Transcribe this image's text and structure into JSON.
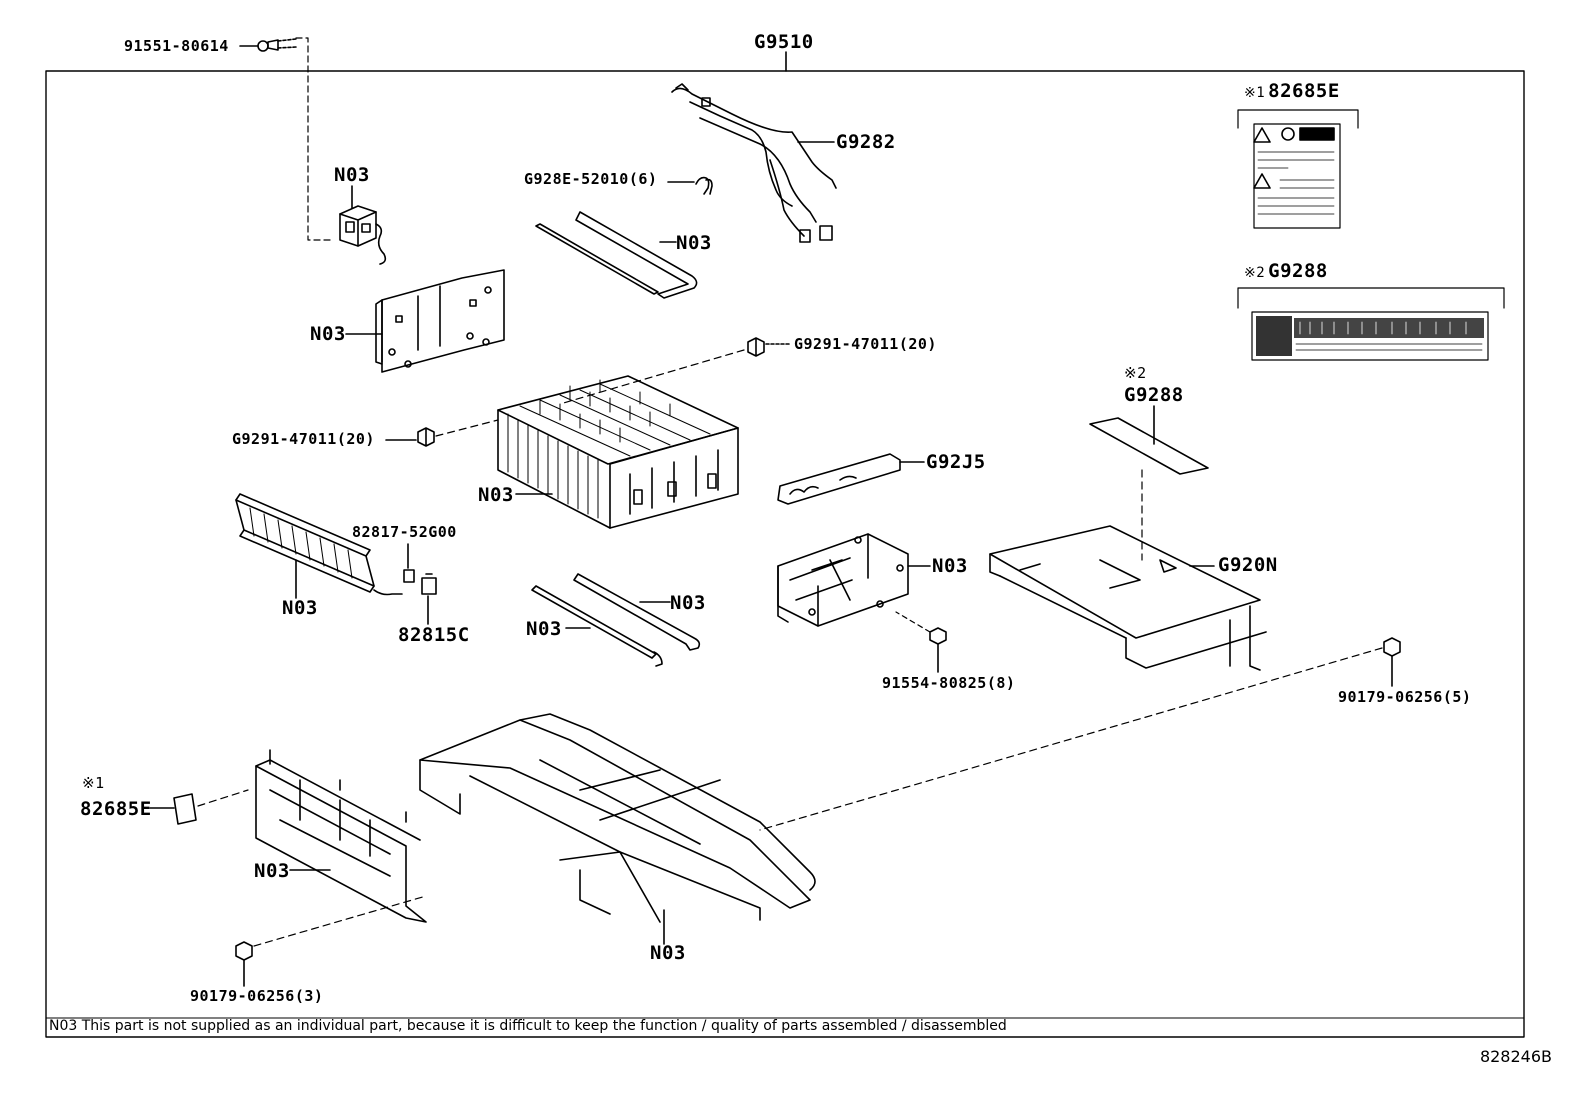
{
  "labels": {
    "assy": "G9510",
    "bolt_top": "91551-80614",
    "n03_a": "N03",
    "n03_b": "N03",
    "n03_c": "N03",
    "n03_cells": "N03",
    "n03_d": "N03",
    "n03_e": "N03",
    "n03_f": "N03",
    "n03_g": "N03",
    "n03_h": "N03",
    "n03_i": "N03",
    "clip": "G928E-52010(6)",
    "harness": "G9282",
    "nut_right": "G9291-47011(20)",
    "nut_left": "G9291-47011(20)",
    "bracket": "G92J5",
    "cover": "G920N",
    "label_g9288": "G9288",
    "connector_a": "82817-52G00",
    "connector_b": "82815C",
    "bolt_mid": "91554-80825(8)",
    "nut_right_bottom": "90179-06256(5)",
    "nut_left_bottom": "90179-06256(3)",
    "label_82685e": "82685E",
    "legend1_mark": "※1",
    "legend1_part": "82685E",
    "legend2_mark": "※2",
    "legend2_part": "G9288",
    "mark2": "※2",
    "mark1": "※1"
  },
  "footnote": "N03 This part is not supplied as an individual part, because it is difficult to keep the function / quality of parts assembled / disassembled",
  "illustration_id": "828246B",
  "colors": {
    "line": "#000000",
    "background": "#ffffff",
    "label_dark": "#333333"
  }
}
